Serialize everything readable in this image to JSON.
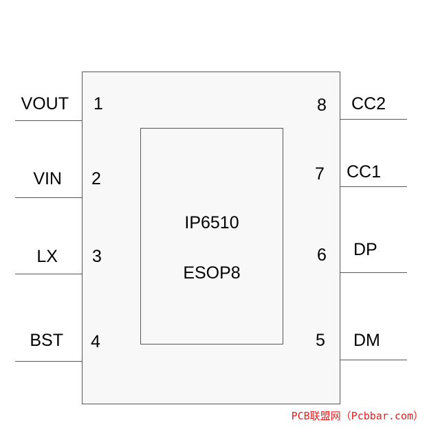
{
  "chip": {
    "part_number": "IP6510",
    "package": "ESOP8"
  },
  "pins": {
    "left": [
      {
        "number": "1",
        "name": "VOUT"
      },
      {
        "number": "2",
        "name": "VIN"
      },
      {
        "number": "3",
        "name": "LX"
      },
      {
        "number": "4",
        "name": "BST"
      }
    ],
    "right": [
      {
        "number": "8",
        "name": "CC2"
      },
      {
        "number": "7",
        "name": "CC1"
      },
      {
        "number": "6",
        "name": "DP"
      },
      {
        "number": "5",
        "name": "DM"
      }
    ]
  },
  "watermark": "PCB联盟网（Pcbbar.com）",
  "colors": {
    "outline": "#555555",
    "body_fill": "#f8f8f8",
    "watermark": "#e41e1e"
  }
}
